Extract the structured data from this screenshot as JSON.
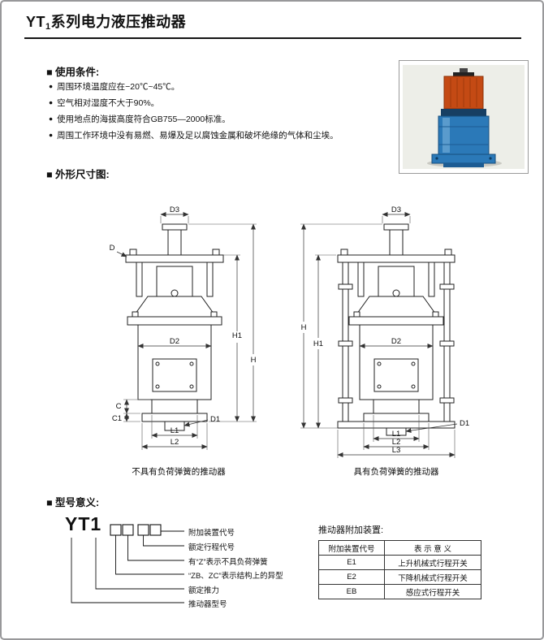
{
  "page": {
    "title_prefix": "YT",
    "title_sub": "1",
    "title_rest": "系列电力液压推动器"
  },
  "usage": {
    "heading": "■ 使用条件:",
    "bullet": "●",
    "items": [
      "周围环境温度应在−20℃~45℃。",
      "空气相对湿度不大于90%。",
      "使用地点的海拔高度符合GB755—2000标准。",
      "周围工作环境中没有易燃、易爆及足以腐蚀金属和破坏绝缘的气体和尘埃。"
    ]
  },
  "drawings": {
    "heading": "■ 外形尺寸图:",
    "left": {
      "caption": "不具有负荷弹簧的推动器",
      "dims": {
        "d3": "D3",
        "d": "D",
        "h1": "H1",
        "h": "H",
        "d2": "D2",
        "l1": "L1",
        "l2": "L2",
        "d1": "D1",
        "c": "C",
        "c1": "C1"
      }
    },
    "right": {
      "caption": "具有负荷弹簧的推动器",
      "dims": {
        "d3": "D3",
        "h1": "H1",
        "h": "H",
        "d2": "D2",
        "l1": "L1",
        "l2": "L2",
        "l3": "L3",
        "d1": "D1"
      }
    }
  },
  "model": {
    "heading": "■ 型号意义:",
    "code": "YT1",
    "annotations": [
      "附加装置代号",
      "额定行程代号",
      "有“Z”表示不具负荷弹簧",
      "“ZB、ZC”表示结构上的异型",
      "额定推力",
      "推动器型号"
    ]
  },
  "attachments": {
    "title": "推动器附加装置:",
    "headers": [
      "附加装置代号",
      "表 示 意 义"
    ],
    "rows": [
      {
        "code": "E1",
        "meaning": "上升机械式行程开关"
      },
      {
        "code": "E2",
        "meaning": "下降机械式行程开关"
      },
      {
        "code": "EB",
        "meaning": "感应式行程开关"
      }
    ]
  }
}
